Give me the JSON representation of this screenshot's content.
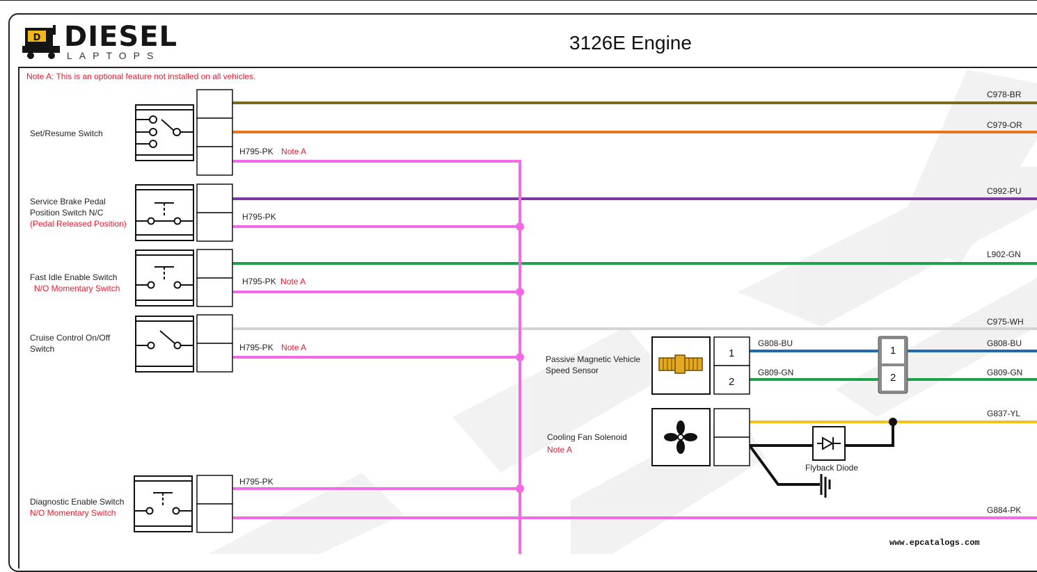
{
  "header": {
    "logo_main": "DIESEL",
    "logo_sub": "LAPTOPS",
    "title": "3126E Engine"
  },
  "note": "Note A: This is an optional feature not installed on all vehicles.",
  "components": {
    "set_resume": {
      "label": "Set/Resume Switch"
    },
    "service_brake": {
      "label_line1": "Service Brake Pedal",
      "label_line2": "Position Switch N/C",
      "label_line3": "(Pedal Released Position)"
    },
    "fast_idle": {
      "label_line1": "Fast Idle Enable Switch",
      "label_line2": "N/O Momentary Switch"
    },
    "cruise_control": {
      "label_line1": "Cruise Control On/Off",
      "label_line2": "Switch"
    },
    "diagnostic": {
      "label_line1": "Diagnostic Enable Switch",
      "label_line2": "N/O  Momentary Switch"
    },
    "speed_sensor": {
      "label_line1": "Passive Magnetic Vehicle",
      "label_line2": "Speed Sensor",
      "pin1": "1",
      "pin2": "2"
    },
    "cooling_fan": {
      "label": "Cooling Fan Solenoid",
      "note": "Note A"
    },
    "flyback_diode": {
      "label": "Flyback Diode"
    },
    "connector": {
      "pin1": "1",
      "pin2": "2"
    }
  },
  "wires": {
    "c978": {
      "label": "C978-BR",
      "color": "#7a6a1e"
    },
    "c979": {
      "label": "C979-OR",
      "color": "#e8741c"
    },
    "c992": {
      "label": "C992-PU",
      "color": "#7a3aa0"
    },
    "l902": {
      "label": "L902-GN",
      "color": "#1fa04a"
    },
    "c975": {
      "label": "C975-WH",
      "color": "#d4d4d4"
    },
    "g808": {
      "label": "G808-BU",
      "color": "#1e6bb0"
    },
    "g809": {
      "label": "G809-GN",
      "color": "#1fa04a"
    },
    "g837": {
      "label": "G837-YL",
      "color": "#f5c216"
    },
    "g884": {
      "label": "G884-PK",
      "color": "#f46ae6"
    },
    "h795": {
      "label": "H795-PK",
      "color": "#f46ae6"
    }
  },
  "note_tag": "Note A",
  "footer_url": "www.epcatalogs.com"
}
